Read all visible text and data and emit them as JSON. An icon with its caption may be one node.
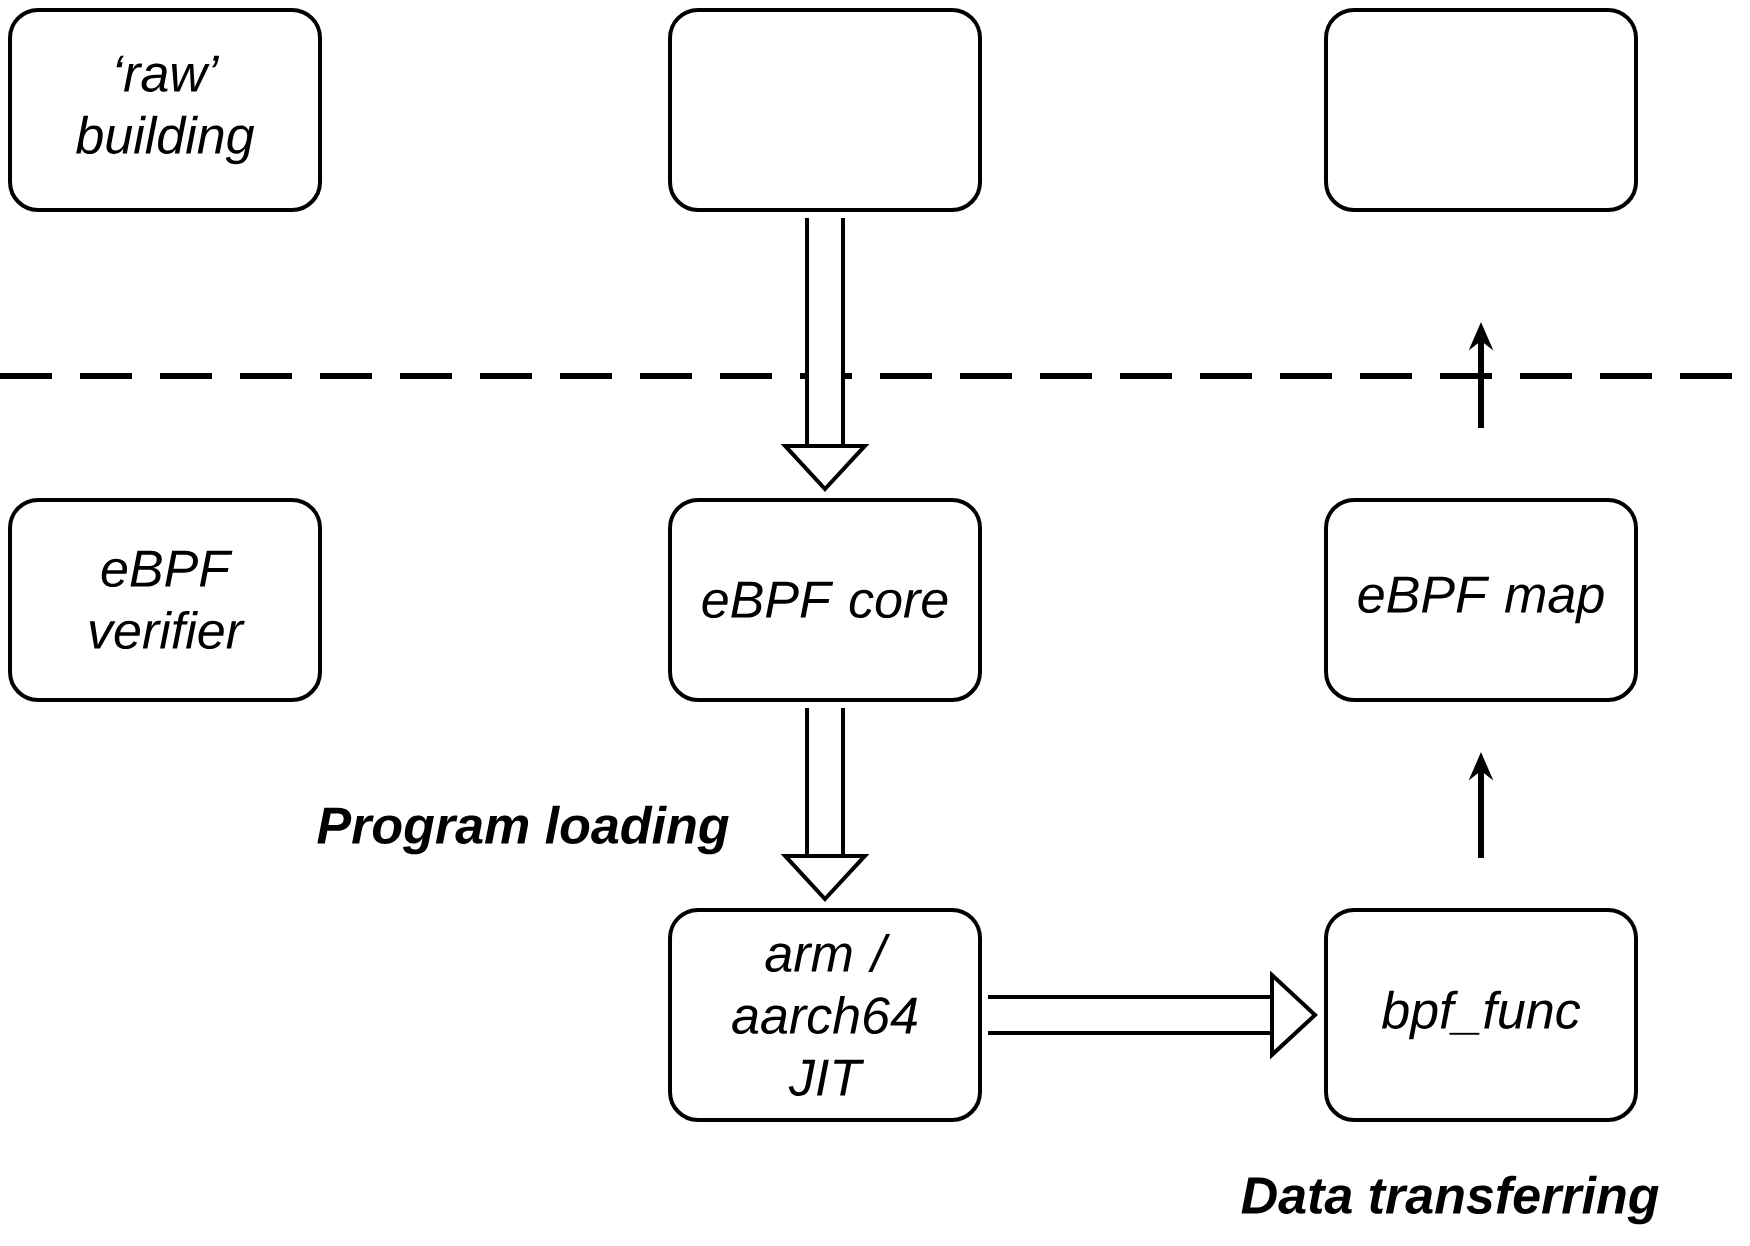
{
  "diagram": {
    "nodes": [
      {
        "text": [
          "‘raw’ building"
        ]
      },
      {
        "text": [],
        "shape": "box"
      },
      {
        "text": [],
        "shape": "box"
      },
      {
        "text": [
          "eBPF verifier"
        ]
      },
      {
        "text": [
          "eBPF core"
        ]
      },
      {
        "text": [
          "eBPF map"
        ]
      },
      {
        "text": [
          "arm / aarch64 JIT"
        ]
      },
      {
        "text": [
          "bpf_func"
        ]
      }
    ],
    "edges": [
      {
        "from": 1,
        "to": 4,
        "arrow": "to"
      },
      {
        "from": 5,
        "to": 2,
        "arrow": "to"
      },
      {
        "from": 4,
        "to": 6,
        "arrow": "to"
      },
      {
        "from": 6,
        "to": 7,
        "arrow": "to"
      },
      {
        "from": 7,
        "to": 5,
        "arrow": "to"
      }
    ],
    "labels": [
      "Program loading",
      "Data transferring"
    ]
  }
}
